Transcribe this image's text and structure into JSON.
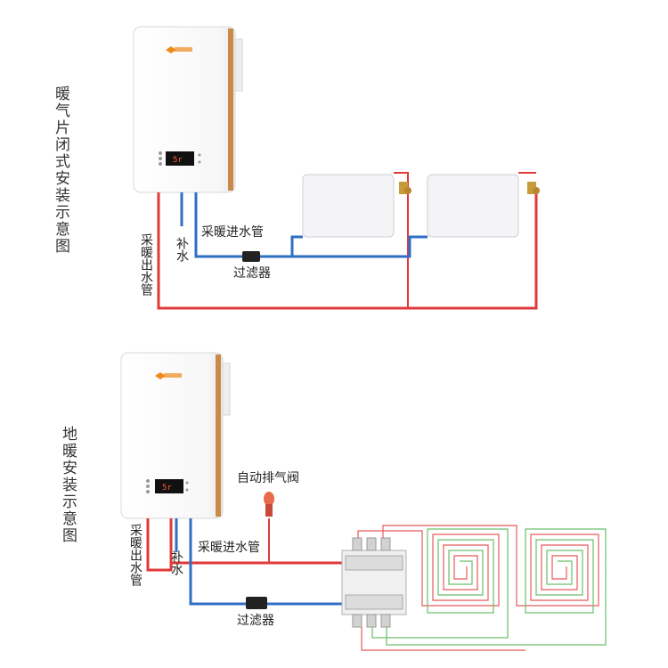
{
  "top_diagram": {
    "title": "暖气片闭式安装示意图",
    "supply_pipe_label": "采暖进水管",
    "makeup_water_label": "补水",
    "filter_label": "过滤器",
    "return_pipe_label": "采暖出水管",
    "display_text": "5r"
  },
  "bottom_diagram": {
    "title": "地暖安装示意图",
    "air_vent_label": "自动排气阀",
    "supply_pipe_label": "采暖进水管",
    "makeup_water_label": "补水",
    "filter_label": "过滤器",
    "return_pipe_label": "采暖出水管",
    "display_text": "5r"
  },
  "colors": {
    "hot_pipe": "#e03a3a",
    "cold_pipe": "#2f6fc4",
    "boiler_trim": "#c98a4a",
    "brand": "#f08a1c",
    "floor_loop_red": "#e85a5a",
    "floor_loop_green": "#6cbf6c"
  },
  "icons": [
    "brand-logo-icon",
    "filter-icon",
    "air-vent-icon",
    "valve-icon",
    "manifold-icon"
  ]
}
